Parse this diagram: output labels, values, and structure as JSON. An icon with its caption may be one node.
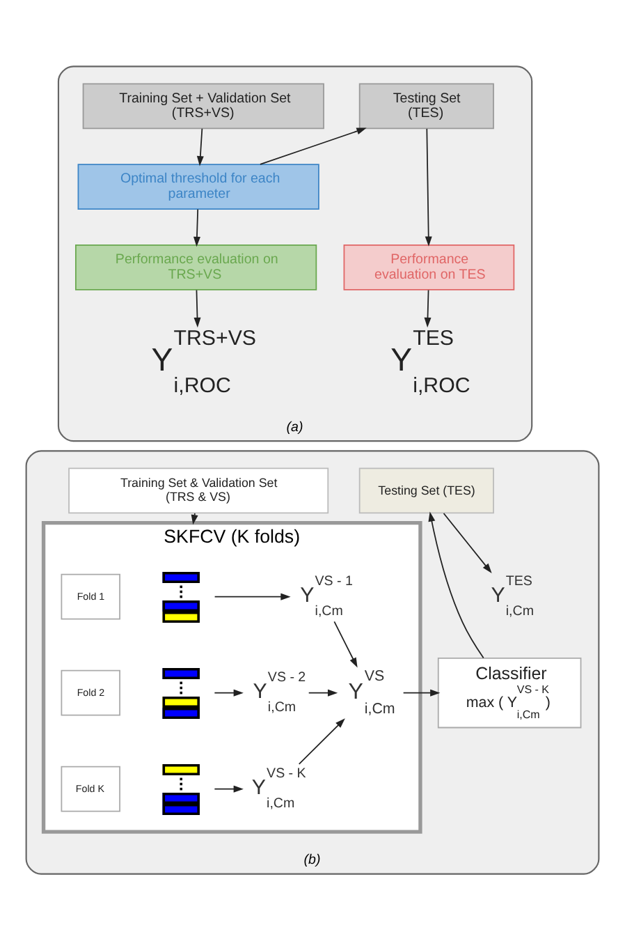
{
  "diagram": {
    "nodes": [
      {
        "text": [
          "(a)"
        ]
      },
      {
        "text": [
          "Training Set + Validation Set (TRS+VS)"
        ],
        "in": 0
      },
      {
        "text": [
          "Testing Set (TES)"
        ],
        "in": 0
      },
      {
        "text": [
          "Optimal threshold for each parameter"
        ],
        "in": 0
      },
      {
        "text": [
          "Performance evaluation on TRS+VS"
        ],
        "in": 0
      },
      {
        "text": [
          "Performance evaluation on TES"
        ],
        "in": 0
      },
      {
        "text": [
          "Y$^{TRS+VS}$$_{i,ROC}$"
        ],
        "in": 0
      },
      {
        "text": [
          "Y$^{TES}$$_{i,ROC}$"
        ],
        "in": 0
      },
      {
        "text": [
          "(b)"
        ]
      },
      {
        "text": [
          "Training Set & Validation Set (TRS & VS)"
        ],
        "in": 8
      },
      {
        "text": [
          "Testing Set (TES)"
        ],
        "in": 8
      },
      {
        "text": [
          "SKFCV (K folds)"
        ],
        "in": 8
      },
      {
        "text": [
          "Fold 1"
        ],
        "in": 11
      },
      {
        "text": [
          "Fold 2"
        ],
        "in": 11
      },
      {
        "text": [
          "Fold K"
        ],
        "in": 11
      },
      {
        "text": [],
        "shape": "bar",
        "in": 11
      },
      {
        "text": [
          "Y$^{VS - 1}$$_{i,Cm}$"
        ],
        "in": 11
      },
      {
        "text": [],
        "shape": "bar",
        "in": 11
      },
      {
        "text": [
          "Y$^{VS - 2}$$_{i,Cm}$"
        ],
        "in": 11
      },
      {
        "text": [],
        "shape": "bar",
        "in": 11
      },
      {
        "text": [
          "Y$^{VS - K}$$_{i,Cm}$"
        ],
        "in": 11
      },
      {
        "text": [
          "Y$^{VS}$$_{i,Cm}$"
        ],
        "in": 11
      },
      {
        "text": [
          "Classifier",
          "max ( Y$^{VS - K}$$_{i,Cm}$ )"
        ],
        "in": 8
      },
      {
        "text": [
          "Y$^{TES}$$_{i,Cm}$"
        ],
        "in": 8
      }
    ],
    "edges": [
      {
        "from": 1,
        "to": 3,
        "arrow": "to"
      },
      {
        "from": 3,
        "to": 2,
        "arrow": "to"
      },
      {
        "from": 2,
        "to": 5,
        "arrow": "to"
      },
      {
        "from": 3,
        "to": 4,
        "arrow": "to"
      },
      {
        "from": 4,
        "to": 6,
        "arrow": "to"
      },
      {
        "from": 5,
        "to": 7,
        "arrow": "to"
      },
      {
        "from": 9,
        "to": 11,
        "arrow": "to"
      },
      {
        "from": 22,
        "to": 10,
        "arrow": "to"
      },
      {
        "from": 10,
        "to": 23,
        "arrow": "to"
      },
      {
        "from": 15,
        "to": 16,
        "arrow": "to"
      },
      {
        "from": 17,
        "to": 18,
        "arrow": "to"
      },
      {
        "from": 19,
        "to": 20,
        "arrow": "to"
      },
      {
        "from": 16,
        "to": 21,
        "arrow": "to"
      },
      {
        "from": 18,
        "to": 21,
        "arrow": "to"
      },
      {
        "from": 20,
        "to": 21,
        "arrow": "to"
      },
      {
        "from": 21,
        "to": 22,
        "arrow": "to"
      }
    ]
  }
}
